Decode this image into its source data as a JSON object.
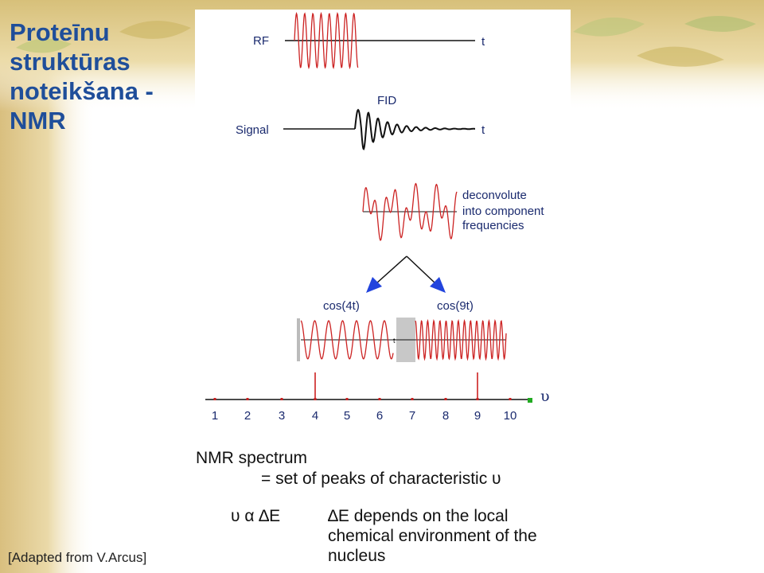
{
  "slide": {
    "title_lines": [
      "Proteīnu",
      "struktūras",
      "noteikšana  -",
      "NMR"
    ],
    "credit": "[Adapted from V.Arcus]"
  },
  "diagram": {
    "rf_label": "RF",
    "t_label": "t",
    "fid_label": "FID",
    "signal_label": "Signal",
    "deconvolute_lines": [
      "deconvolute",
      "into component",
      "frequencies"
    ],
    "cos4_label": "cos(4t)",
    "cos9_label": "cos(9t)",
    "small_t_label": "t",
    "nu_symbol": "υ",
    "axis_ticks": [
      "1",
      "2",
      "3",
      "4",
      "5",
      "6",
      "7",
      "8",
      "9",
      "10"
    ],
    "peaks_at": [
      4,
      9
    ],
    "colors": {
      "wave": "#cc2222",
      "arrow": "#2244dd",
      "axis_marker": "#22aa22",
      "title": "#1f4e9a"
    }
  },
  "text": {
    "spectrum_title": "NMR spectrum",
    "spectrum_definition": "= set of peaks of characteristic υ",
    "relation_left": "υ  α  ∆E",
    "relation_right_lines": [
      "∆E depends on the local",
      "chemical environment of the",
      "nucleus"
    ]
  }
}
